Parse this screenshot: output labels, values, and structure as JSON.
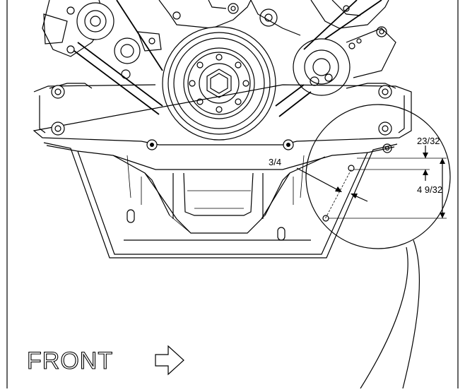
{
  "labels": {
    "front": "FRONT",
    "dim_offset": "3/4",
    "dim_top": "23/32",
    "dim_height": "4 9/32"
  },
  "colors": {
    "line": "#000000",
    "background": "#ffffff"
  },
  "icons": {
    "front_arrow": "arrow-right-outline-icon"
  }
}
